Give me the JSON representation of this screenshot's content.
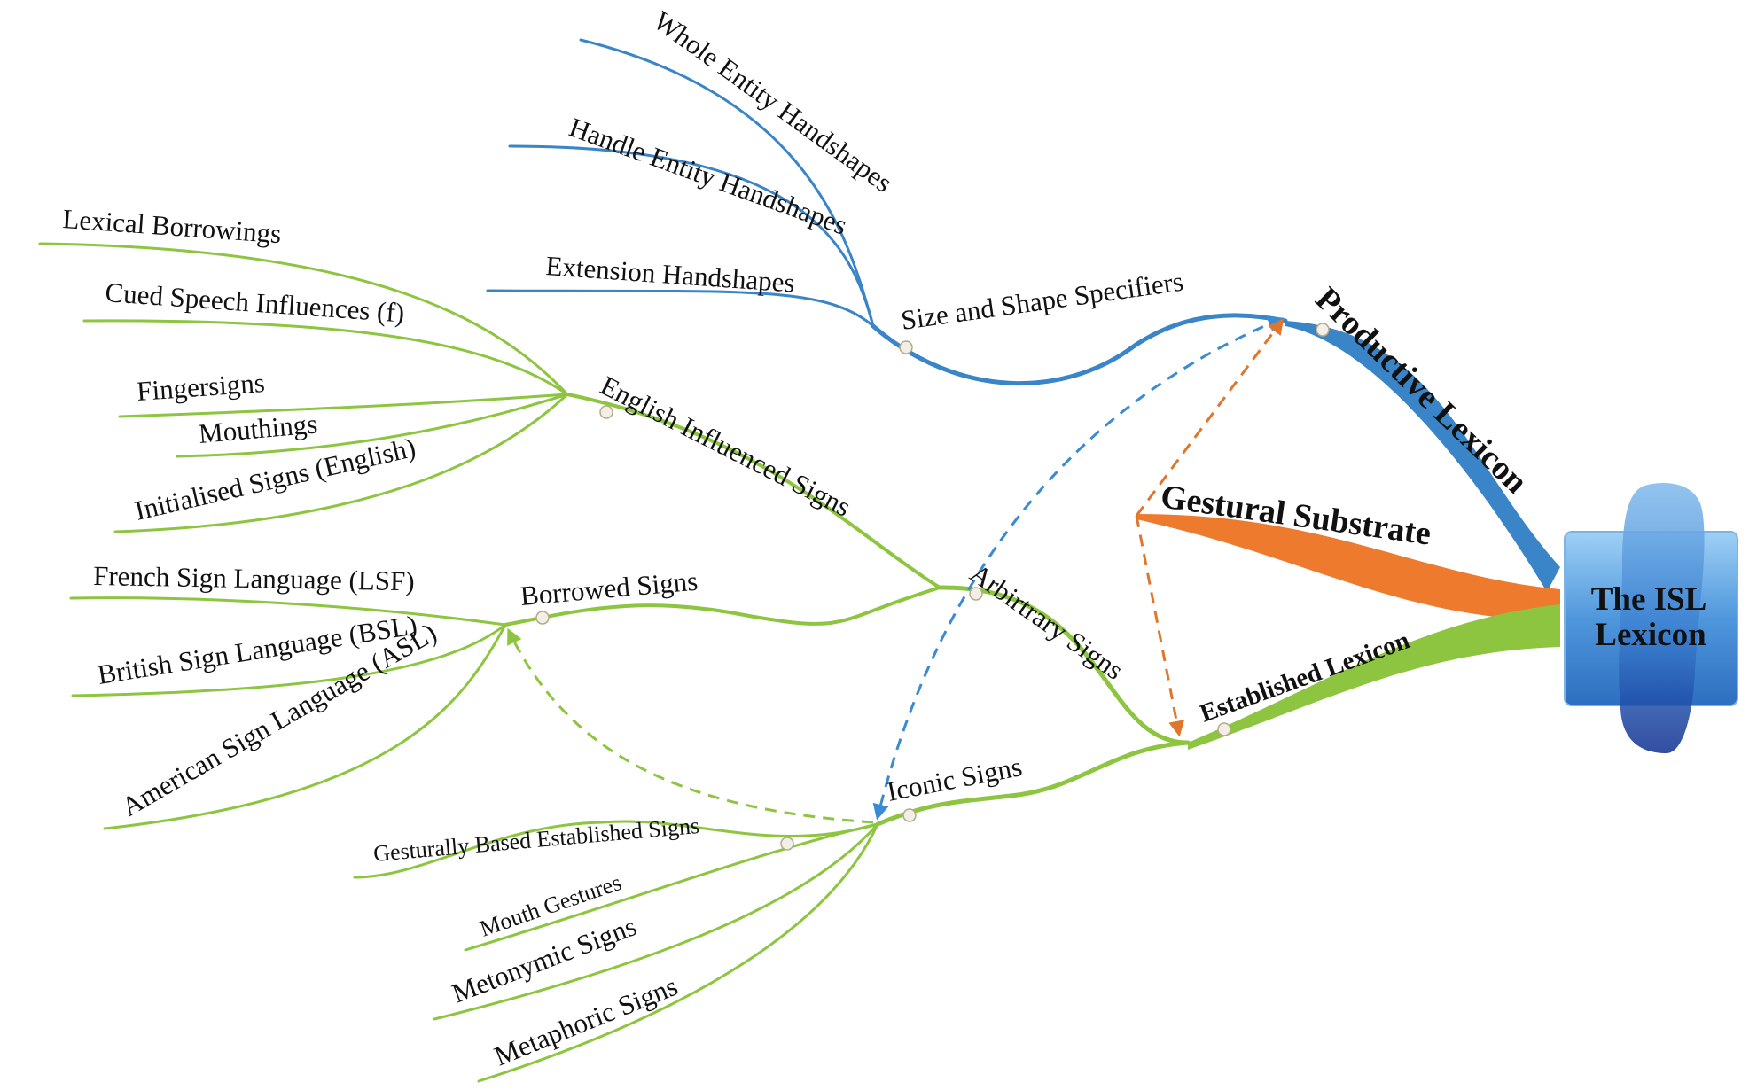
{
  "root": {
    "line1": "The ISL",
    "line2": "Lexicon"
  },
  "main_branches": {
    "productive": "Productive Lexicon",
    "gestural": "Gestural Substrate",
    "established": "Established Lexicon"
  },
  "sub_branches": {
    "size_shape": "Size and Shape Specifiers",
    "english_influenced": "English Influenced Signs",
    "arbitrary": "Arbirtrary Signs",
    "borrowed": "Borrowed Signs",
    "iconic": "Iconic Signs"
  },
  "leaves": {
    "whole_entity": "Whole Entity Handshapes",
    "handle_entity": "Handle Entity Handshapes",
    "extension": "Extension Handshapes",
    "lexical_borrowings": "Lexical Borrowings",
    "cued_speech": "Cued Speech Influences (f)",
    "fingersigns": "Fingersigns",
    "mouthings": "Mouthings",
    "initialised": "Initialised Signs (English)",
    "lsf": "French Sign Language (LSF)",
    "bsl": "British Sign Language (BSL)",
    "asl": "American Sign Language (ASL)",
    "gesturally_based": "Gesturally Based Established Signs",
    "mouth_gestures": "Mouth Gestures",
    "metonymic": "Metonymic Signs",
    "metaphoric": "Metaphoric Signs"
  },
  "colors": {
    "productive": "#3a84c8",
    "gestural": "#ee7a2e",
    "established": "#8dc541",
    "root_box": "#4a90d9"
  }
}
